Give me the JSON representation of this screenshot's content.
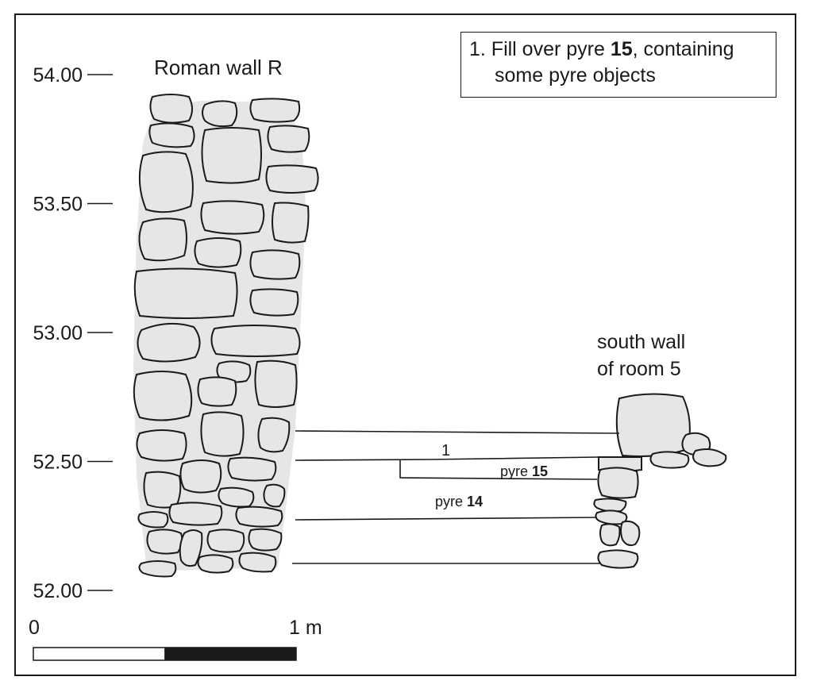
{
  "elevation_axis": {
    "ticks": [
      "54.00",
      "53.50",
      "53.00",
      "52.50",
      "52.00"
    ],
    "values": [
      54.0,
      53.5,
      53.0,
      52.5,
      52.0
    ]
  },
  "labels": {
    "roman_wall": "Roman wall R",
    "south_wall_line1": "south wall",
    "south_wall_line2": "of room 5",
    "layer_1": "1",
    "pyre_15_prefix": "pyre ",
    "pyre_15_number": "15",
    "pyre_14_prefix": "pyre ",
    "pyre_14_number": "14"
  },
  "legend": {
    "prefix": "1. Fill over pyre ",
    "bold": "15",
    "suffix": ", containing",
    "line2": "some pyre objects"
  },
  "scale_bar": {
    "start_label": "0",
    "end_label": "1 m"
  },
  "colors": {
    "stone_fill": "#e6e6e6",
    "line": "#1a1a1a",
    "bar_dark": "#1a1a1a"
  }
}
